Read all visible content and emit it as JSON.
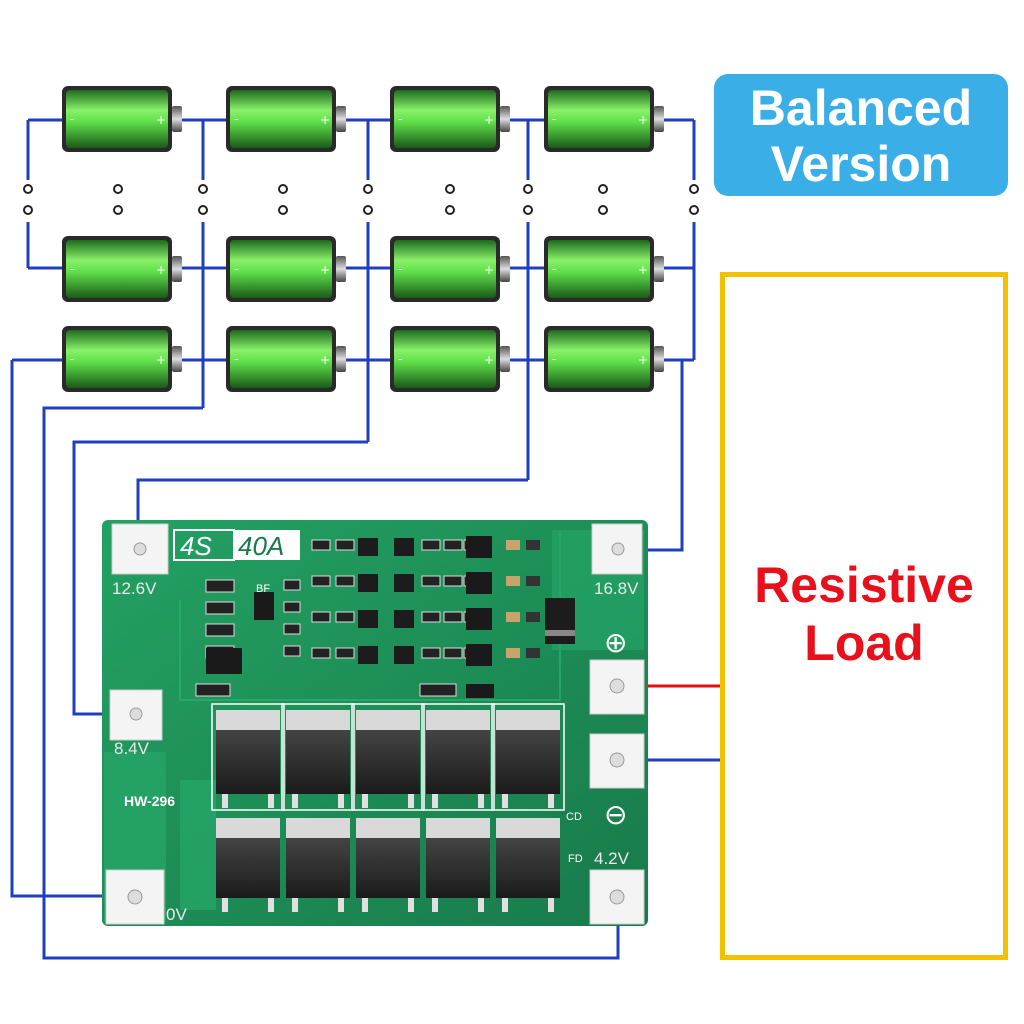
{
  "badge": {
    "line1": "Balanced",
    "line2": "Version"
  },
  "load": {
    "line1": "Resistive",
    "line2": "Load"
  },
  "board": {
    "series_label": "4S",
    "current_label": "40A",
    "model": "HW-296",
    "terminals": {
      "t126": "12.6V",
      "t168": "16.8V",
      "t84": "8.4V",
      "t42": "4.2V",
      "t0": "0V"
    },
    "plus_symbol": "⊕",
    "minus_symbol": "⊖",
    "cd": "CD",
    "fd": "FD",
    "bf": "BF"
  },
  "colors": {
    "wire": "#1f3fbf",
    "wire_positive": "#e01010",
    "board": "#1f8f5a",
    "board_dark": "#16744a",
    "battery_green": "#5fe04a",
    "badge": "#3aaee6",
    "load_border": "#f2c200",
    "load_text": "#e8101a"
  }
}
